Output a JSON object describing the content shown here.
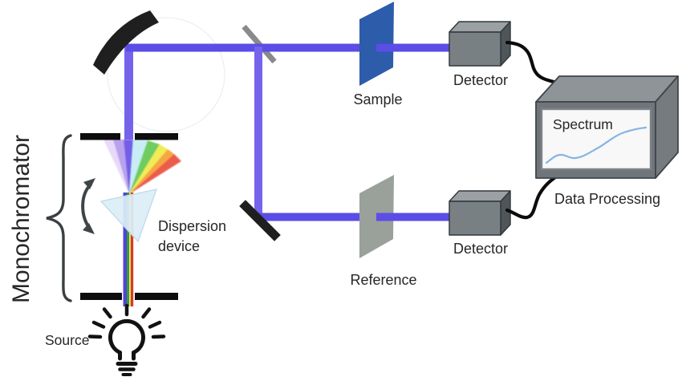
{
  "labels": {
    "monochromator": "Monochromator",
    "dispersion_line1": "Dispersion",
    "dispersion_line2": "device",
    "source": "Source",
    "sample": "Sample",
    "reference": "Reference",
    "detector_top": "Detector",
    "detector_bottom": "Detector",
    "spectrum": "Spectrum",
    "data_processing": "Data Processing"
  },
  "colors": {
    "beam": "#5b4de6",
    "beam_vertical": "#7663ec",
    "mirror": "#1f1f1f",
    "beam_splitter": "#8a8a8a",
    "slit": "#0d0d0d",
    "prism": "#ddeef8",
    "sample_panel": "#2d5cab",
    "reference_panel": "#9aa09a",
    "detector_front": "#798084",
    "detector_top": "#9aa0a3",
    "detector_side": "#4f565a",
    "monitor_front": "#6f757a",
    "monitor_top": "#8e9497",
    "monitor_side": "#757b7f",
    "screen": "#f8f8f8",
    "spectrum_curve": "#88b4e2",
    "cable": "#0c0c0c",
    "brace": "#3a3f42",
    "bulb": "#121212",
    "text": "#262626"
  }
}
